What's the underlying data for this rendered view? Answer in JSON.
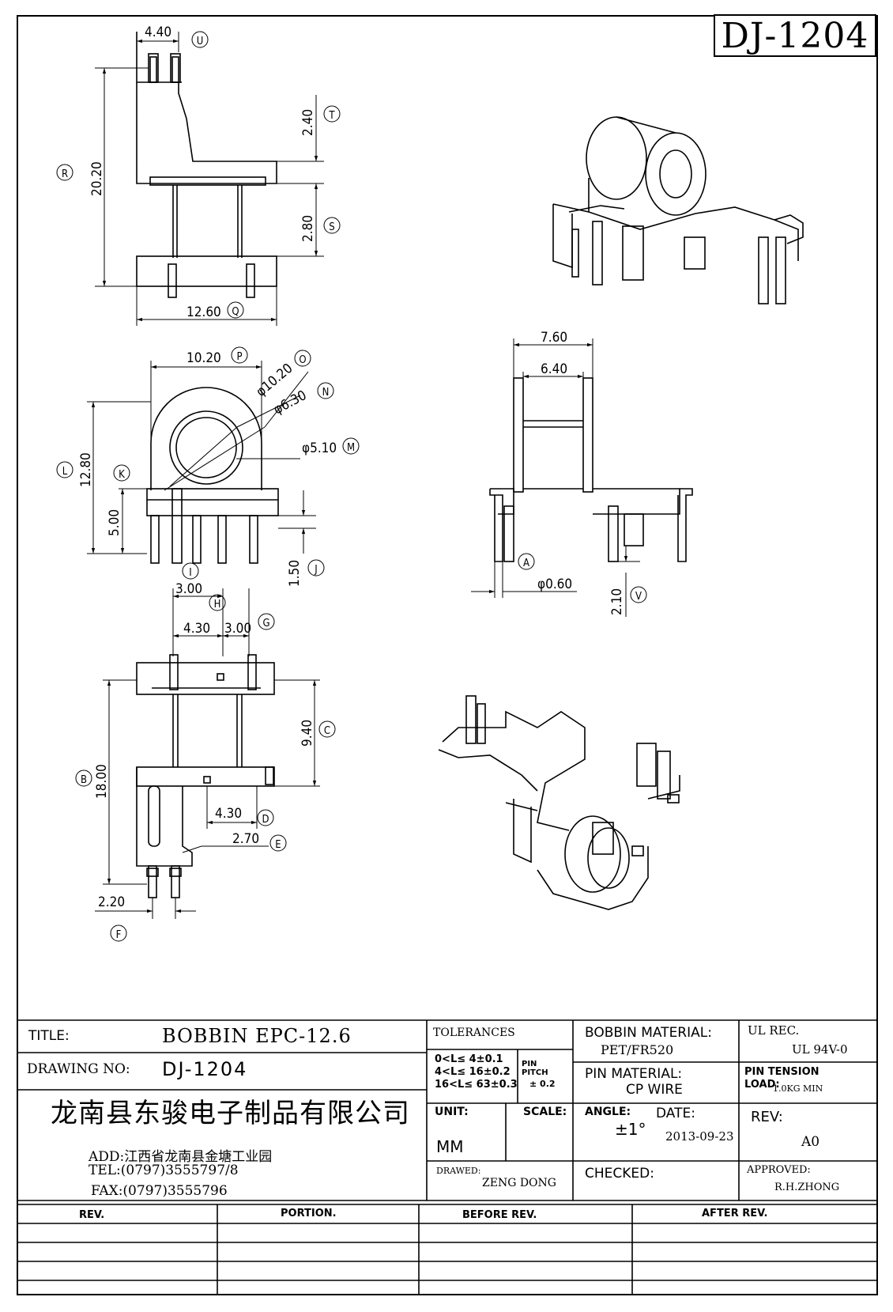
{
  "drawing_code": "DJ-1204",
  "views": {
    "side": {
      "dims": {
        "u": "4.40",
        "t": "2.40",
        "r": "20.20",
        "s": "2.80",
        "q": "12.60"
      },
      "labels": {
        "u": "U",
        "t": "T",
        "r": "R",
        "s": "S",
        "q": "Q"
      }
    },
    "front": {
      "dims": {
        "p": "10.20",
        "o": "φ10.20",
        "n": "φ6.30",
        "m": "φ5.10",
        "l": "12.80",
        "k": "5.00",
        "j": "1.50"
      },
      "labels": {
        "p": "P",
        "o": "O",
        "n": "N",
        "m": "M",
        "l": "L",
        "k": "K",
        "j": "J"
      }
    },
    "end": {
      "dims": {
        "w1": "7.60",
        "w2": "6.40",
        "a": "φ0.60",
        "v": "2.10"
      },
      "labels": {
        "a": "A",
        "v": "V"
      }
    },
    "bottom": {
      "dims": {
        "i": "3.00",
        "h": "4.30",
        "g": "3.00",
        "c": "9.40",
        "b": "18.00",
        "d": "4.30",
        "e": "2.70",
        "f": "2.20"
      },
      "labels": {
        "i": "I",
        "h": "H",
        "g": "G",
        "c": "C",
        "b": "B",
        "d": "D",
        "e": "E",
        "f": "F"
      }
    }
  },
  "title_block": {
    "title_label": "TITLE:",
    "title_value": "BOBBIN EPC-12.6",
    "drawing_no_label": "DRAWING NO:",
    "drawing_no_value": "DJ-1204",
    "company": "龙南县东骏电子制品有限公司",
    "address": "ADD:江西省龙南县金塘工业园",
    "tel": "TEL:(0797)3555797/8",
    "fax": "FAX:(0797)3555796",
    "tolerances_label": "TOLERANCES",
    "tolerance_rows": [
      "0<L≤ 4±0.1",
      "4<L≤ 16±0.2",
      "16<L≤ 63±0.3"
    ],
    "pin_pitch_label": "PIN PITCH",
    "pin_pitch_value": "± 0.2",
    "unit_label": "UNIT:",
    "unit_value": "MM",
    "scale_label": "SCALE:",
    "drawed_label": "DRAWED:",
    "drawed_value": "ZENG DONG",
    "bobbin_material_label": "BOBBIN MATERIAL:",
    "bobbin_material_value": "PET/FR520",
    "ul_label": "UL REC.",
    "ul_value": "UL  94V-0",
    "pin_material_label": "PIN MATERIAL:",
    "pin_material_value": "CP WIRE",
    "pin_tension_label": "PIN TENSION",
    "pin_tension_load_label": "LOAD:",
    "pin_tension_value": "1.0KG MIN",
    "angle_label": "ANGLE:",
    "angle_value": "±1°",
    "date_label": "DATE:",
    "date_value": "2013-09-23",
    "rev_label": "REV:",
    "rev_value": "A0",
    "checked_label": "CHECKED:",
    "approved_label": "APPROVED:",
    "approved_value": "R.H.ZHONG"
  },
  "revision_table": {
    "headers": [
      "REV.",
      "PORTION.",
      "BEFORE REV.",
      "AFTER REV."
    ]
  }
}
